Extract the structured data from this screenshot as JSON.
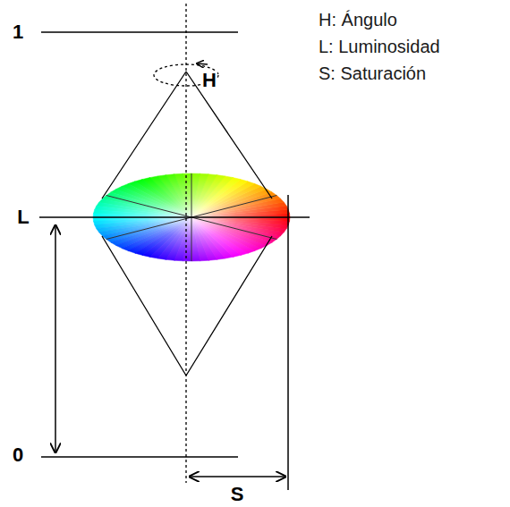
{
  "diagram": {
    "labels": [
      "1",
      "L",
      "0",
      "H",
      "S",
      "H: Ángulo",
      "L: Luminosidad",
      "S: Saturación"
    ]
  }
}
